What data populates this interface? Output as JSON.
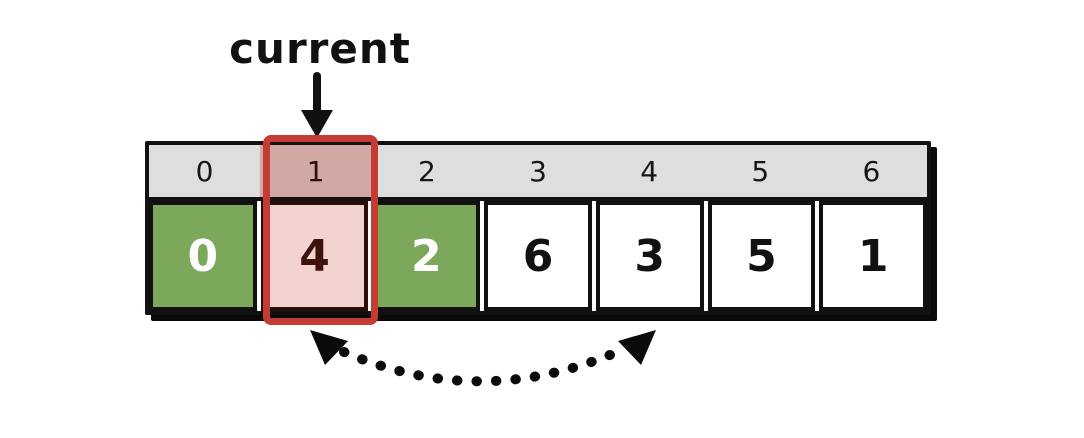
{
  "diagram": {
    "title_label": "current",
    "array": {
      "indices": [
        "0",
        "1",
        "2",
        "3",
        "4",
        "5",
        "6"
      ],
      "values": [
        "0",
        "4",
        "2",
        "6",
        "3",
        "5",
        "1"
      ],
      "current_index": "1",
      "sorted_indices": "0, 2",
      "swap_from_index": "1",
      "swap_to_index": "4"
    },
    "colors": {
      "sorted_cell_green": "#7ca85c",
      "current_cell_fill": "#f3d3cf",
      "current_index_fill": "#d2a8a5",
      "current_border_red": "#c43c34",
      "current_text_maroon": "#3f120e",
      "index_row_gray": "#dedede",
      "ink_black": "#111111",
      "background": "#ffffff"
    }
  }
}
